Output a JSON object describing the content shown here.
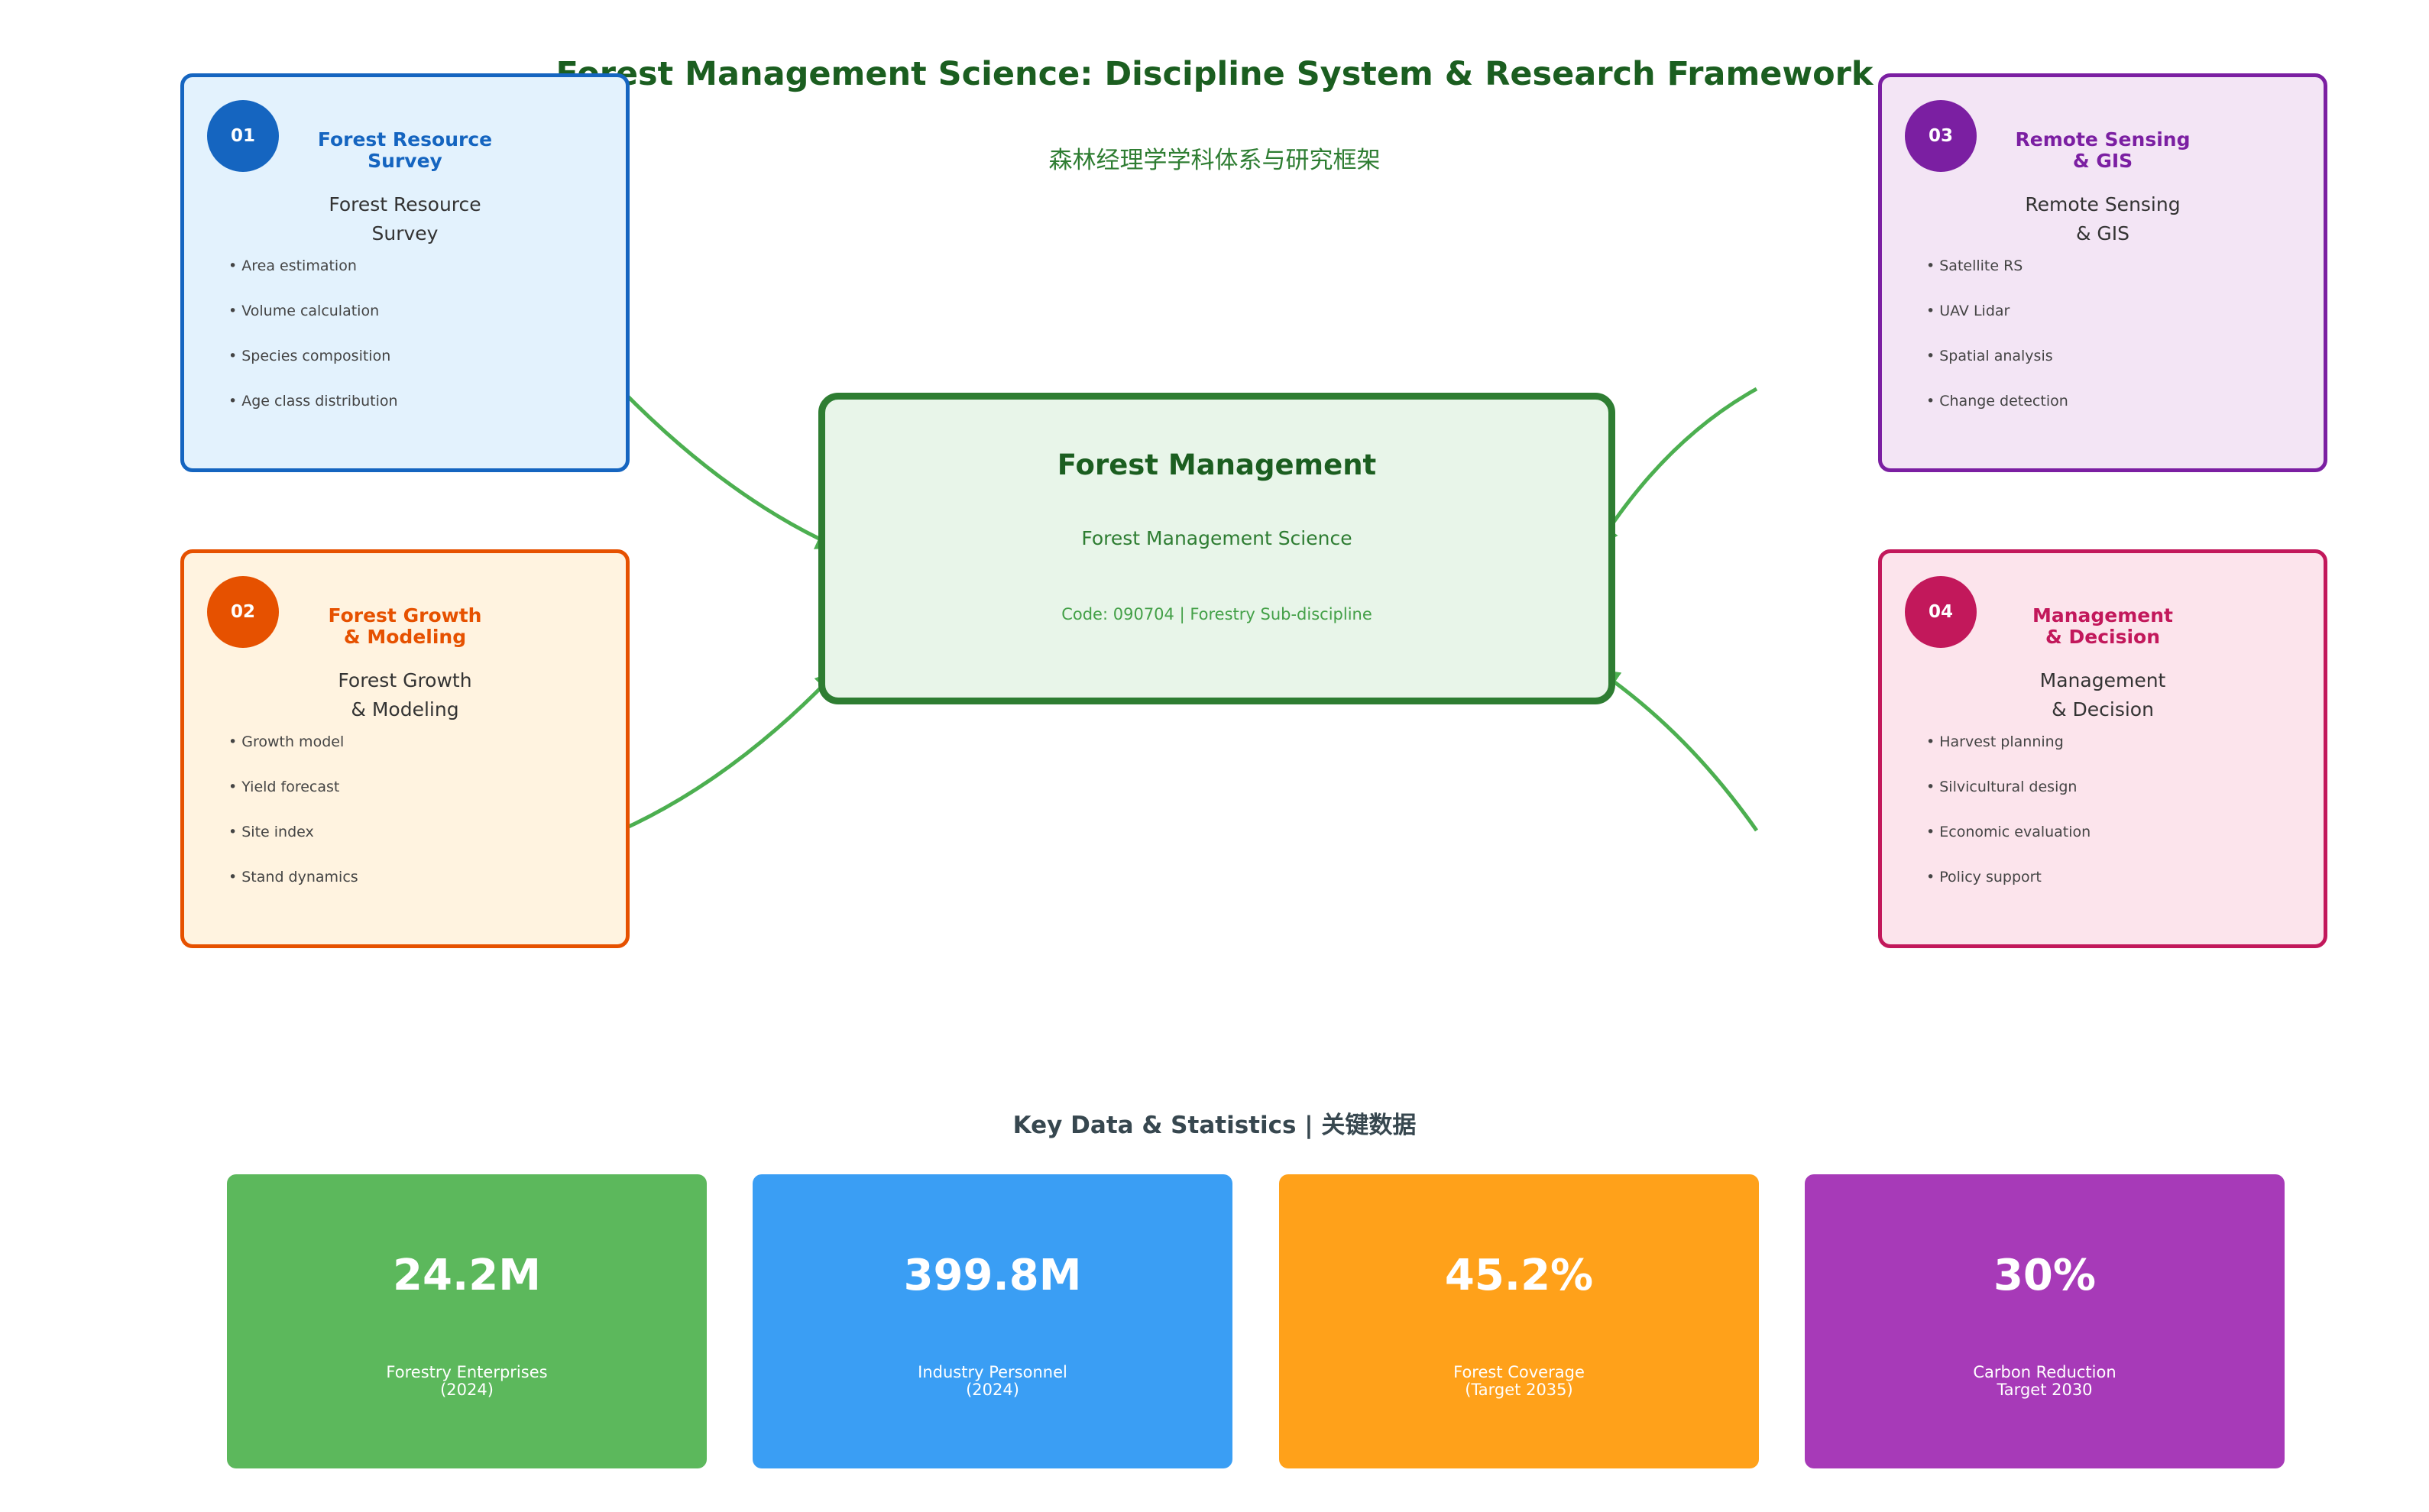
{
  "title": "Forest Management Science: Discipline System & Research Framework",
  "subtitle": "森林经理学学科体系与研究框架",
  "center": {
    "title": "Forest Management",
    "subtitle": "Forest Management Science",
    "code": "Code: 090704 | Forestry Sub-discipline"
  },
  "cards": [
    {
      "number": "01",
      "title": "Forest Resource\nSurvey",
      "subtitle": "Forest Resource\nSurvey",
      "items": [
        "• Area estimation",
        "• Volume calculation",
        "• Species composition",
        "• Age class distribution"
      ],
      "color": "#1565c0",
      "bg": "#e3f2fd"
    },
    {
      "number": "02",
      "title": "Forest Growth\n& Modeling",
      "subtitle": "Forest Growth\n& Modeling",
      "items": [
        "• Growth model",
        "• Yield forecast",
        "• Site index",
        "• Stand dynamics"
      ],
      "color": "#e65100",
      "bg": "#fff3e0"
    },
    {
      "number": "03",
      "title": "Remote Sensing\n& GIS",
      "subtitle": "Remote Sensing\n& GIS",
      "items": [
        "• Satellite RS",
        "• UAV Lidar",
        "• Spatial analysis",
        "• Change detection"
      ],
      "color": "#7b1fa2",
      "bg": "#f3e5f5"
    },
    {
      "number": "04",
      "title": "Management\n& Decision",
      "subtitle": "Management\n& Decision",
      "items": [
        "• Harvest planning",
        "• Silvicultural design",
        "• Economic evaluation",
        "• Policy support"
      ],
      "color": "#c2185b",
      "bg": "#fce4ec"
    }
  ],
  "stats_heading": "Key Data & Statistics | 关键数据",
  "stats": [
    {
      "value": "24.2M",
      "label": "Forestry Enterprises\n(2024)",
      "color": "#5cb85c"
    },
    {
      "value": "399.8M",
      "label": "Industry Personnel\n(2024)",
      "color": "#3a9ef4"
    },
    {
      "value": "45.2%",
      "label": "Forest Coverage\n(Target 2035)",
      "color": "#ffa11a"
    },
    {
      "value": "30%",
      "label": "Carbon Reduction\nTarget 2030",
      "color": "#a73ab8"
    }
  ],
  "arrow_color": "#4caf50"
}
